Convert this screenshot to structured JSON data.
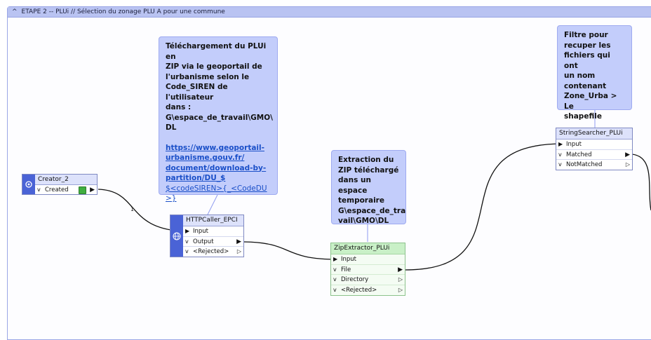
{
  "bookmark": {
    "title": "ETAPE 2 -- PLUi // Sélection du zonage PLU A pour une commune",
    "collapse_icon": "chevron-up-icon"
  },
  "annotations": {
    "download": {
      "lines": [
        "Téléchargement du PLUi en",
        "ZIP via le geoportail de",
        "l'urbanisme selon le",
        "Code_SIREN de l'utilisateur",
        "dans :",
        "G\\espace_de_travail\\GMO\\",
        "DL"
      ],
      "link_lines": [
        "https://www.geoportail-",
        "urbanisme.gouv.fr/",
        "document/download-by-",
        "partition/DU_$"
      ],
      "param_lines": [
        "$<codeSIREN>{_<CodeDU",
        ">}"
      ]
    },
    "extraction": {
      "lines": [
        "Extraction du",
        "ZIP téléchargé",
        "dans un espace",
        "temporaire",
        "G\\espace_de_tra",
        "vail\\GMO\\DL"
      ]
    },
    "filter": {
      "lines": [
        "Filtre pour",
        "recuper les",
        "fichiers qui ont",
        "un nom",
        "contenant",
        "Zone_Urba > Le",
        "shapefile"
      ]
    }
  },
  "nodes": {
    "creator": {
      "title": "Creator_2",
      "icon": "creator-icon",
      "ports": [
        {
          "label": "Created",
          "prefix": "v",
          "badge": "output-badge-icon"
        }
      ]
    },
    "httpcaller": {
      "title": "HTTPCaller_EPCI",
      "icon": "globe-icon",
      "input": "Input",
      "outputs": [
        "Output",
        "<Rejected>"
      ]
    },
    "zipextractor": {
      "title": "ZipExtractor_PLUi",
      "input": "Input",
      "outputs": [
        "File",
        "Directory",
        "<Rejected>"
      ]
    },
    "stringsearcher": {
      "title": "StringSearcher_PLUi",
      "input": "Input",
      "outputs": [
        "Matched",
        "NotMatched"
      ]
    }
  },
  "connections": {
    "creator_to_http": {
      "label": "1"
    }
  },
  "colors": {
    "bookmark_header": "#b9c3f2",
    "annotation": "#c3cdfb",
    "transformer_blue": "#4a63d6",
    "transformer_green": "#c9f0c7"
  }
}
